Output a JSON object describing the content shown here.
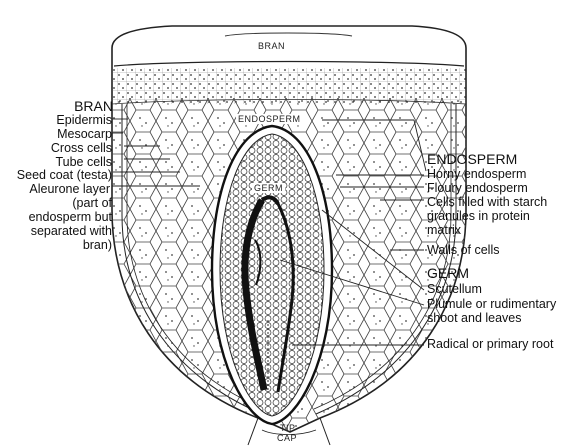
{
  "inner_labels": {
    "bran": "BRAN",
    "endosperm": "ENDOSPERM",
    "germ": "GERM",
    "tip": "TIP",
    "cap": "CAP"
  },
  "left_labels": {
    "heading": "BRAN",
    "items": [
      "Epidermis",
      "Mesocarp",
      "Cross cells",
      "Tube cells",
      "Seed coat (testa)",
      "Aleurone layer"
    ],
    "note": [
      "(part of",
      "endosperm but",
      "separated with",
      "bran)"
    ]
  },
  "right_labels": {
    "endosperm_heading": "ENDOSPERM",
    "endosperm_items": [
      "Horny endosperm",
      "Floury endosperm",
      "Cells filled with starch",
      "granules in protein",
      "matrix",
      "Walls of cells"
    ],
    "germ_heading": "GERM",
    "germ_items": [
      "Scutellum",
      "Plumule or rudimentary",
      "shoot and leaves",
      "Radical or primary root"
    ]
  }
}
